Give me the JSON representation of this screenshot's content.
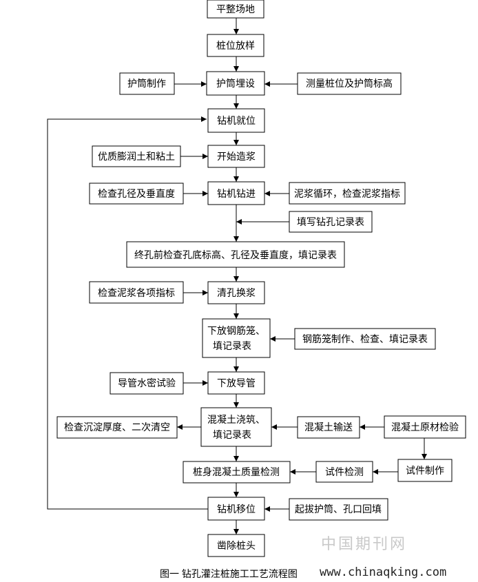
{
  "steps": {
    "level_site": "平整场地",
    "pile_layout": "桩位放样",
    "casing_make": "护筒制作",
    "casing_bury": "护筒埋设",
    "measure": "测量桩位及护筒标高",
    "rig_position": "钻机就位",
    "clay": "优质膨润土和粘土",
    "make_slurry": "开始造浆",
    "check_hole": "检查孔径及垂直度",
    "drilling": "钻机钻进",
    "slurry_circulate": "泥浆循环，检查泥浆指标",
    "fill_record": "填写钻孔记录表",
    "final_check": "终孔前检查孔底标高、孔径及垂直度，填记录表",
    "check_slurry": "检查泥浆各项指标",
    "clean_hole": "清孔换浆",
    "cage_place_1": "下放钢筋笼、",
    "cage_place_2": "填记录表",
    "cage_make": "钢筋笼制作、检查、填记录表",
    "pipe_test": "导管水密试验",
    "pipe_place": "下放导管",
    "check_sediment": "检查沉淀厚度、二次清空",
    "pour_1": "混凝土浇筑、",
    "pour_2": "填记录表",
    "transport": "混凝土输送",
    "raw_check": "混凝土原材检验",
    "quality": "桩身混凝土质量检测",
    "specimen_test": "试件检测",
    "specimen_make": "试件制作",
    "rig_move": "钻机移位",
    "pull_casing": "起拔护筒、孔口回填",
    "cut_head": "凿除桩头"
  },
  "watermark": "中国期刊网",
  "caption": "图一 钻孔灌注桩施工工艺流程图",
  "url": "www.chinaqking.com"
}
